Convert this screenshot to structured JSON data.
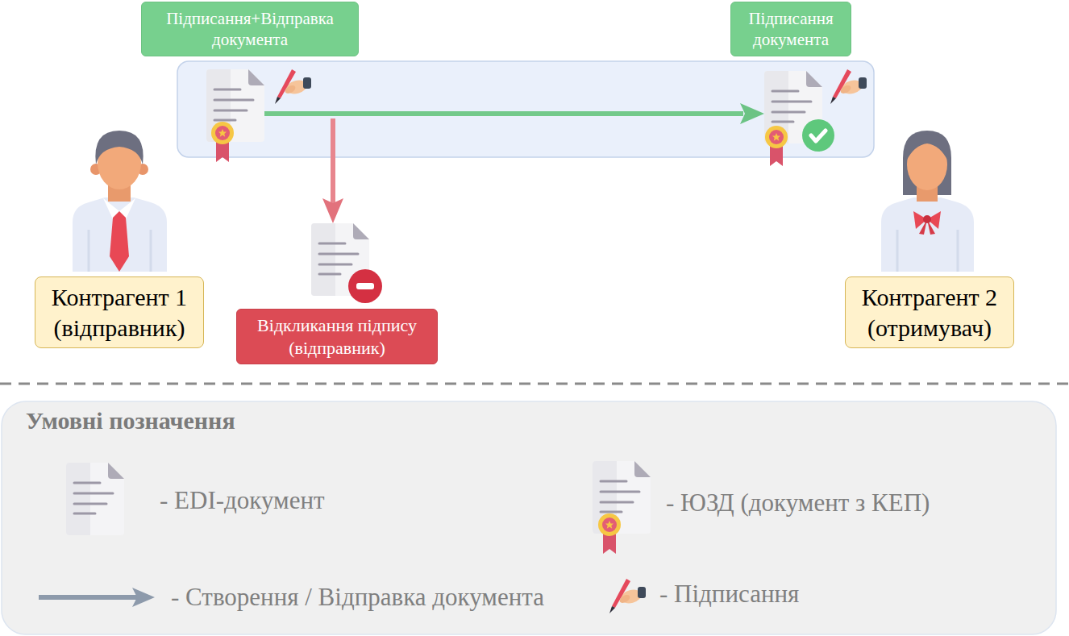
{
  "diagram": {
    "nodes": [
      {
        "text": [
          "Підписання+Відправка документа"
        ]
      },
      {
        "text": [
          "Підписання документа"
        ]
      },
      {
        "text": [
          "Контрагент 1 (відправник)"
        ]
      },
      {
        "text": [
          "Відкликання підпису (відправник)"
        ]
      },
      {
        "text": [
          "Контрагент 2 (отримувач)"
        ]
      }
    ],
    "labels": [
      "Умовні позначення"
    ],
    "legend": [
      {
        "text": "- EDI-документ"
      },
      {
        "text": "- ЮЗД (документ з КЕП)"
      },
      {
        "text": "- Створення / Відправка документа"
      },
      {
        "text": "- Підписання"
      }
    ]
  }
}
